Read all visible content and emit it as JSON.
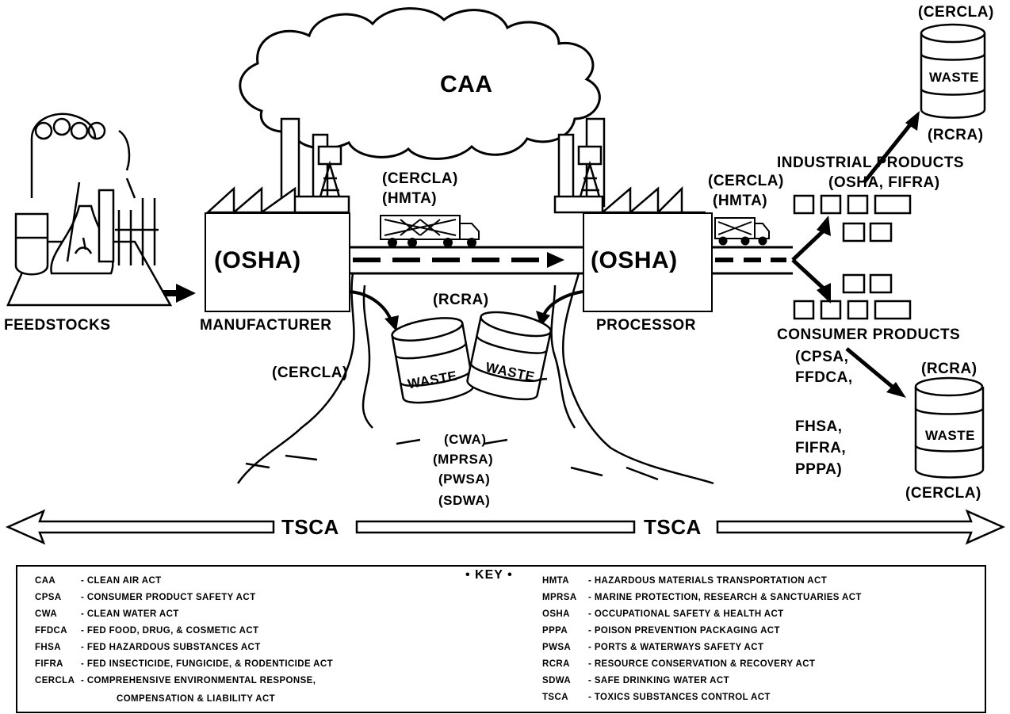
{
  "diagram": {
    "cloud_label": "CAA",
    "tsca_left": "TSCA",
    "tsca_right": "TSCA",
    "feedstocks": "FEEDSTOCKS",
    "manufacturer": {
      "box": "(OSHA)",
      "caption": "MANUFACTURER"
    },
    "processor": {
      "box": "(OSHA)",
      "caption": "PROCESSOR"
    },
    "transport1": {
      "line1": "(CERCLA)",
      "line2": "(HMTA)"
    },
    "transport2": {
      "line1": "(CERCLA)",
      "line2": "(HMTA)"
    },
    "pit": {
      "rcra": "(RCRA)",
      "cercla": "(CERCLA)",
      "waste1": "WASTE",
      "waste2": "WASTE"
    },
    "water": [
      "(CWA)",
      "(MPRSA)",
      "(PWSA)",
      "(SDWA)"
    ],
    "industrial": {
      "title": "INDUSTRIAL PRODUCTS",
      "laws": "(OSHA, FIFRA)"
    },
    "consumer": {
      "title": "CONSUMER PRODUCTS",
      "laws1": "(CPSA,",
      "laws2": "FFDCA,",
      "laws3": "FHSA,",
      "laws4": "FIFRA,",
      "laws5": "PPPA)"
    },
    "drum_top": {
      "top": "(CERCLA)",
      "bottom": "(RCRA)",
      "label": "WASTE"
    },
    "drum_bottom": {
      "top": "(RCRA)",
      "bottom": "(CERCLA)",
      "label": "WASTE"
    }
  },
  "key": {
    "title": "• KEY •",
    "left": [
      {
        "abbr": "CAA",
        "def": "- CLEAN AIR ACT"
      },
      {
        "abbr": "CPSA",
        "def": "- CONSUMER PRODUCT SAFETY ACT"
      },
      {
        "abbr": "CWA",
        "def": "- CLEAN WATER ACT"
      },
      {
        "abbr": "FFDCA",
        "def": "- FED FOOD, DRUG, & COSMETIC ACT"
      },
      {
        "abbr": "FHSA",
        "def": "- FED HAZARDOUS SUBSTANCES ACT"
      },
      {
        "abbr": "FIFRA",
        "def": "- FED INSECTICIDE, FUNGICIDE, & RODENTICIDE ACT"
      },
      {
        "abbr": "CERCLA",
        "def": "- COMPREHENSIVE ENVIRONMENTAL RESPONSE,"
      },
      {
        "abbr": "",
        "def": "COMPENSATION & LIABILITY ACT"
      }
    ],
    "right": [
      {
        "abbr": "HMTA",
        "def": "- HAZARDOUS MATERIALS TRANSPORTATION ACT"
      },
      {
        "abbr": "MPRSA",
        "def": "- MARINE PROTECTION, RESEARCH & SANCTUARIES ACT"
      },
      {
        "abbr": "OSHA",
        "def": "- OCCUPATIONAL SAFETY & HEALTH ACT"
      },
      {
        "abbr": "PPPA",
        "def": "- POISON PREVENTION PACKAGING ACT"
      },
      {
        "abbr": "PWSA",
        "def": "- PORTS & WATERWAYS SAFETY ACT"
      },
      {
        "abbr": "RCRA",
        "def": "- RESOURCE CONSERVATION & RECOVERY ACT"
      },
      {
        "abbr": "SDWA",
        "def": "- SAFE DRINKING WATER ACT"
      },
      {
        "abbr": "TSCA",
        "def": "- TOXICS SUBSTANCES CONTROL ACT"
      }
    ]
  }
}
